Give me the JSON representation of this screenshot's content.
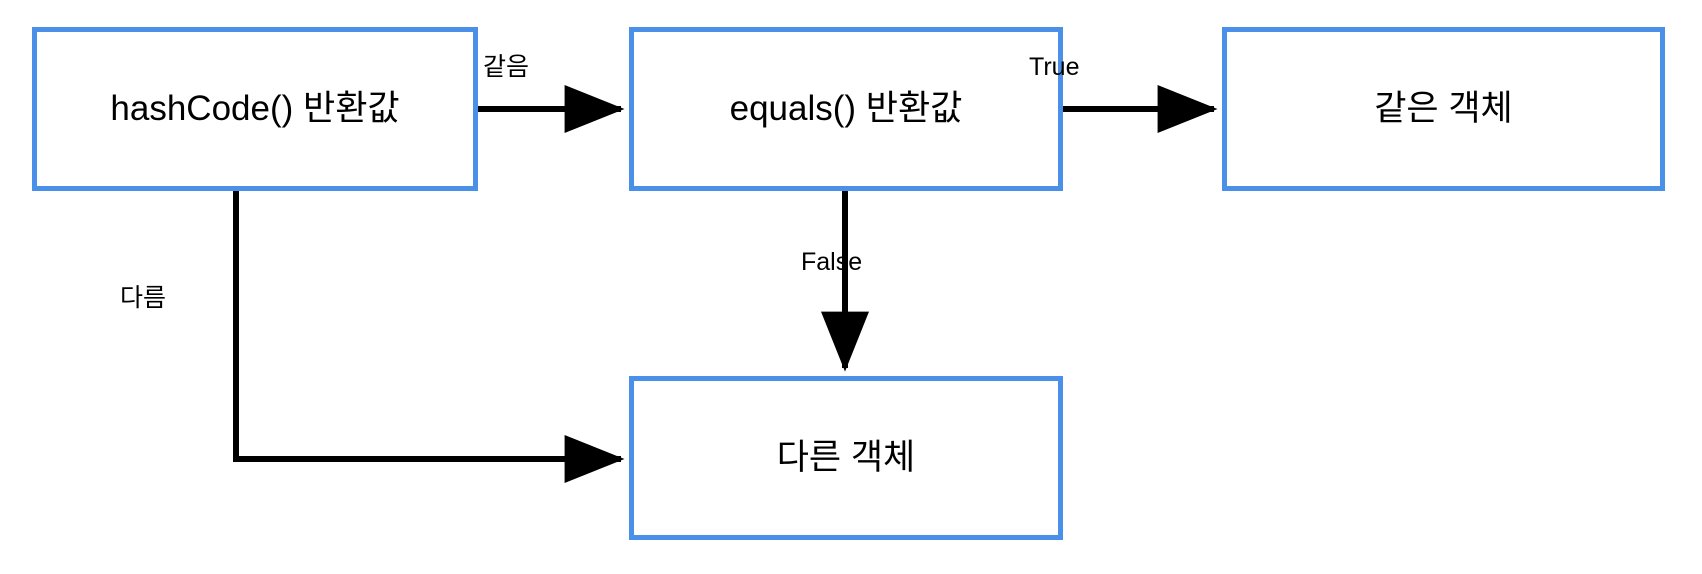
{
  "diagram": {
    "title": "hashCode() / equals() object identity flow",
    "colors": {
      "node_border": "#4A90E8",
      "node_fill": "#FFFFFF",
      "edge_stroke": "#000000",
      "text": "#000000",
      "background": "#FFFFFF"
    },
    "nodes": [
      {
        "id": "hashcode",
        "label": "hashCode() 반환값"
      },
      {
        "id": "equals",
        "label": "equals() 반환값"
      },
      {
        "id": "same",
        "label": "같은 객체"
      },
      {
        "id": "different",
        "label": "다른 객체"
      }
    ],
    "edges": [
      {
        "id": "hashcode-to-equals",
        "from": "hashcode",
        "to": "equals",
        "label": "같음"
      },
      {
        "id": "equals-to-same",
        "from": "equals",
        "to": "same",
        "label": "True"
      },
      {
        "id": "equals-to-different",
        "from": "equals",
        "to": "different",
        "label": "False"
      },
      {
        "id": "hashcode-to-different",
        "from": "hashcode",
        "to": "different",
        "label": "다름"
      }
    ]
  }
}
